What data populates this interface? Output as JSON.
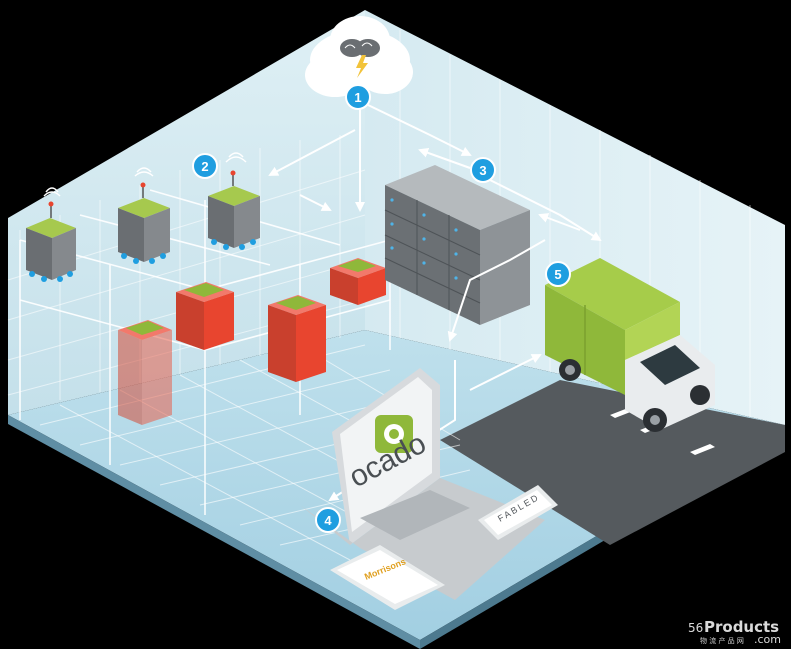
{
  "diagram": {
    "steps": [
      {
        "number": "1"
      },
      {
        "number": "2"
      },
      {
        "number": "3"
      },
      {
        "number": "4"
      },
      {
        "number": "5"
      }
    ],
    "screens": {
      "laptop_brand": "ocado",
      "tablet_brand": "Morrisons",
      "phone_brand": "FABLED"
    }
  },
  "watermark": {
    "number": "56",
    "brand": "Products",
    "domain": ".com",
    "tagline": "物 流 产 品 网"
  },
  "colors": {
    "step_badge": "#1f9ee0",
    "green": "#8fb83a",
    "crate_red": "#e8452f",
    "glass_wall": "#cfe6ee",
    "floor": "#a8d4e6",
    "road": "#555a5e"
  },
  "icons": [
    "brain-icon",
    "lightning-icon",
    "ocado-logo-icon",
    "wifi-icon"
  ]
}
